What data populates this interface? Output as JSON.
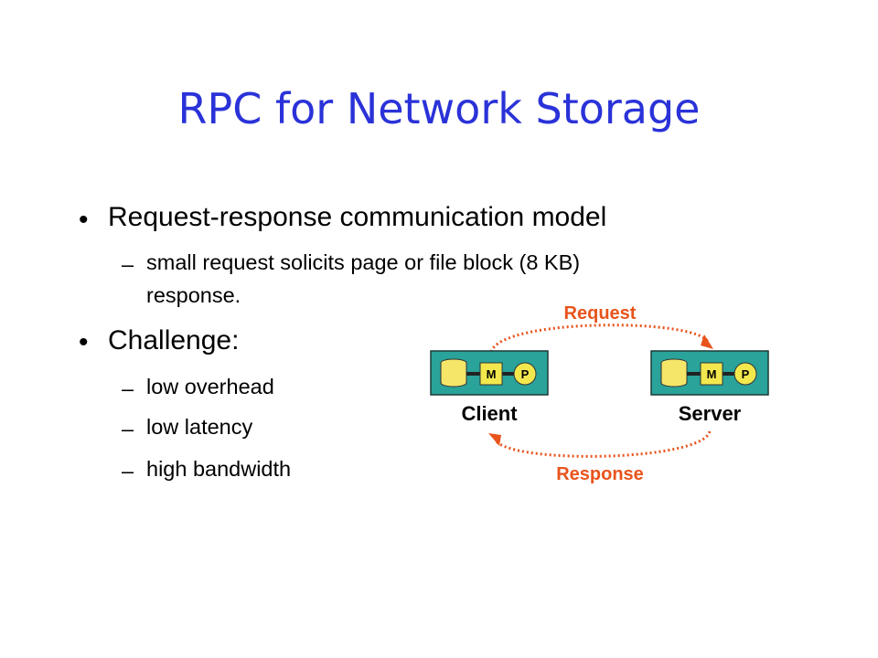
{
  "slide": {
    "title": "RPC for Network Storage",
    "bullets": [
      {
        "text": "Request-response communication model",
        "subs": [
          "small request solicits page or file block (8 KB)",
          "response."
        ]
      },
      {
        "text": "Challenge:",
        "subs": [
          "low overhead",
          "low latency",
          "high bandwidth"
        ]
      }
    ],
    "bullet_char": "•",
    "dash_char": "–"
  },
  "diagram": {
    "request_label": "Request",
    "response_label": "Response",
    "nodes": [
      {
        "label": "Client",
        "m": "M",
        "p": "P"
      },
      {
        "label": "Server",
        "m": "M",
        "p": "P"
      }
    ],
    "colors": {
      "arrow": "#e8541c",
      "node_fill": "#2aa39a",
      "node_border": "#1d3a36",
      "disk": "#f5e66a",
      "chip": "#f2e84e",
      "title": "#2a32d8"
    }
  }
}
